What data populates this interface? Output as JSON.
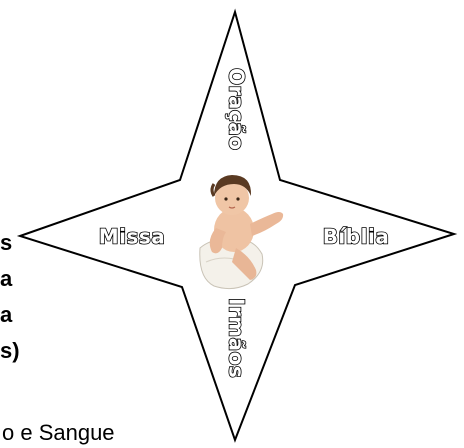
{
  "left_lines": [
    "s",
    "a",
    "a",
    "s)"
  ],
  "bottom_text": "o e Sangue",
  "star": {
    "top_label": "Oração",
    "left_label": "Missa",
    "right_label": "Bíblia",
    "bottom_label": "Irmãos",
    "center_image": "baby-jesus-figurine"
  },
  "colors": {
    "star_fill": "#ffffff",
    "star_stroke": "#000000",
    "text": "#000000"
  }
}
